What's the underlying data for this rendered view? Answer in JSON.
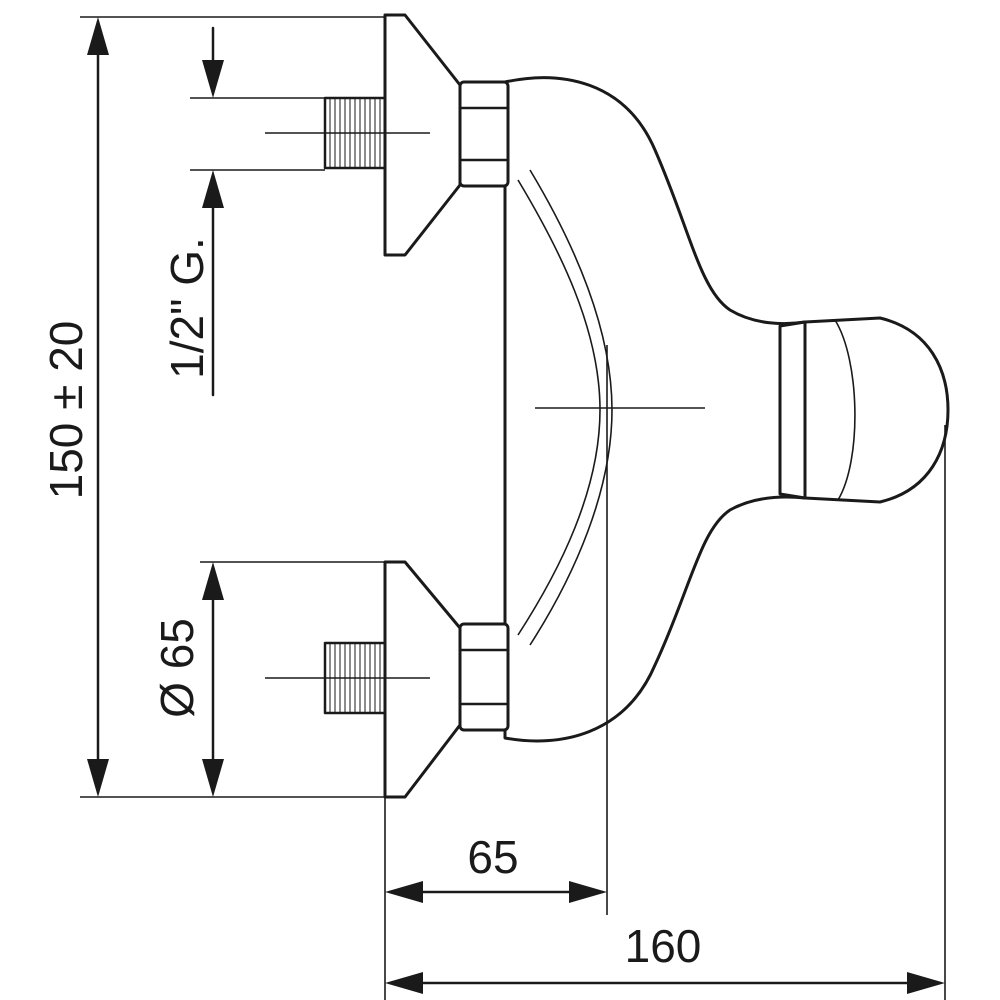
{
  "dimensions": {
    "height_label": "150 ± 20",
    "thread_label": "1/2\" G.",
    "diameter_label": "Ø 65",
    "depth_label": "65",
    "length_label": "160"
  },
  "colors": {
    "line": "#1a1a1a",
    "background": "#ffffff"
  }
}
